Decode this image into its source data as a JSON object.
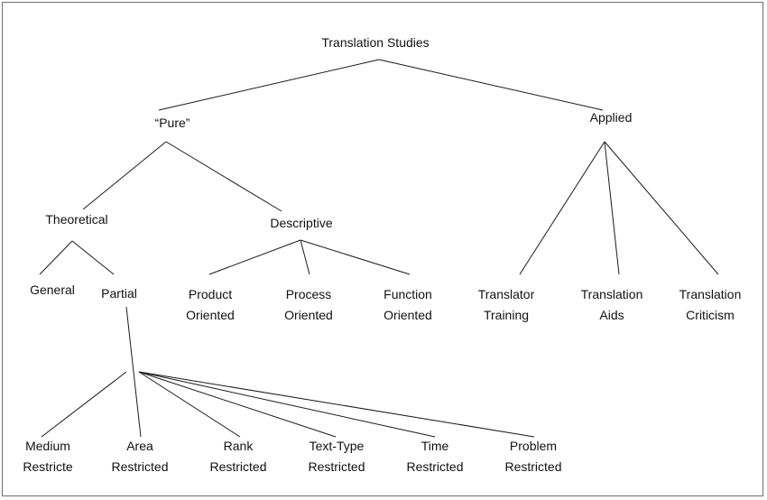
{
  "diagram": {
    "root": "Translation Studies",
    "branches": {
      "pure": {
        "label": "“Pure”",
        "theoretical": {
          "label": "Theoretical",
          "general": "General",
          "partial": "Partial"
        },
        "descriptive": {
          "label": "Descriptive",
          "product": [
            "Product",
            "Oriented"
          ],
          "process": [
            "Process",
            "Oriented"
          ],
          "function": [
            "Function",
            "Oriented"
          ]
        }
      },
      "applied": {
        "label": "Applied",
        "training": [
          "Translator",
          "Training"
        ],
        "aids": [
          "Translation",
          "Aids"
        ],
        "criticism": [
          "Translation",
          "Criticism"
        ]
      }
    },
    "partial_types": [
      [
        "Medium",
        "Restricte"
      ],
      [
        "Area",
        "Restricted"
      ],
      [
        "Rank",
        "Restricted"
      ],
      [
        "Text-Type",
        "Restricted"
      ],
      [
        "Time",
        "Restricted"
      ],
      [
        "Problem",
        "Restricted"
      ]
    ]
  }
}
